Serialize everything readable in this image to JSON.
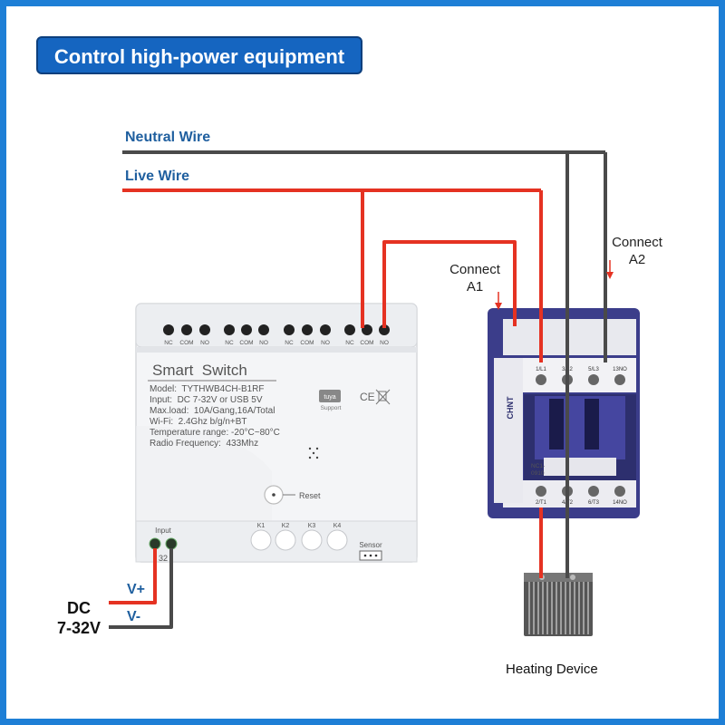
{
  "title": "Control high-power equipment",
  "wires": {
    "neutral": "Neutral Wire",
    "live": "Live Wire"
  },
  "connect_a1": [
    "Connect",
    "A1"
  ],
  "connect_a2": [
    "Connect",
    "A2"
  ],
  "dc": [
    "DC",
    "7-32V"
  ],
  "dc_terminals": {
    "vplus": "V+",
    "vminus": "V-"
  },
  "heating": "Heating Device",
  "module": {
    "name": "Smart  Switch",
    "specs": [
      "Model:  TYTHWB4CH-B1RF",
      "Input:  DC 7-32V or USB 5V",
      "Max.load:  10A/Gang,16A/Total",
      "Wi-Fi:  2.4Ghz b/g/n+BT",
      "Temperature range: -20°C~80°C",
      "Radio Frequency:  433Mhz"
    ],
    "terminal_labels": [
      "NC",
      "COM",
      "NO",
      "NC",
      "COM",
      "NO",
      "NC",
      "COM",
      "NO",
      "NC",
      "COM",
      "NO"
    ],
    "tuya": "tuya",
    "tuya_support": "Support",
    "cert": "CE",
    "reset": "Reset",
    "keys": [
      "K1",
      "K2",
      "K3",
      "K4"
    ],
    "sensor": "Sensor",
    "input": "Input",
    "input_voltage": "32"
  },
  "contactor": {
    "brand": "CHNT",
    "model": [
      "NC1-",
      "0910"
    ],
    "top_terminals": [
      "1/L1",
      "3/L2",
      "5/L3",
      "13NO"
    ],
    "bottom_terminals": [
      "2/T1",
      "4/T2",
      "6/T3",
      "14NO"
    ]
  },
  "colors": {
    "live": "#e53222",
    "neutral": "#4a4a4a",
    "accent": "#1565c0",
    "frame": "#1e7fd6",
    "contactor": "#3b3d8a"
  }
}
